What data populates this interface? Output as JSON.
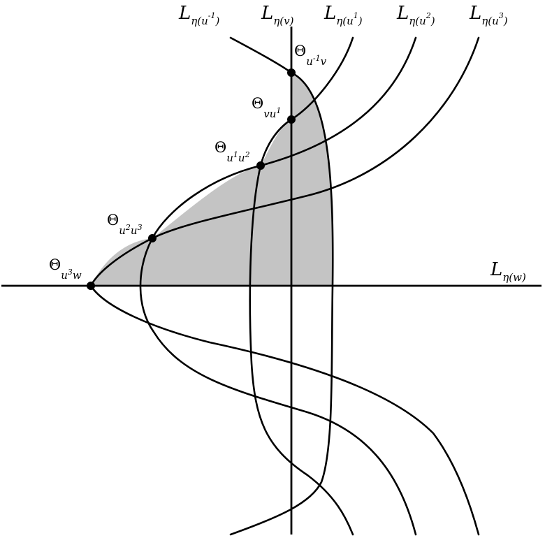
{
  "curves": [
    {
      "id": "u-1",
      "label_main": "L",
      "label_sub": "η(u",
      "label_sup": "-1",
      "label_close": ")"
    },
    {
      "id": "v",
      "label_main": "L",
      "label_sub": "η(v)",
      "label_sup": "",
      "label_close": ""
    },
    {
      "id": "u1",
      "label_main": "L",
      "label_sub": "η(u",
      "label_sup": "1",
      "label_close": ")"
    },
    {
      "id": "u2",
      "label_main": "L",
      "label_sub": "η(u",
      "label_sup": "2",
      "label_close": ")"
    },
    {
      "id": "u3",
      "label_main": "L",
      "label_sub": "η(u",
      "label_sup": "3",
      "label_close": ")"
    },
    {
      "id": "w",
      "label_main": "L",
      "label_sub": "η(w)",
      "label_sup": "",
      "label_close": ""
    }
  ],
  "points": [
    {
      "name": "theta-u-1-v",
      "symbol": "Θ",
      "sub_parts": [
        "u",
        "-1",
        "v"
      ]
    },
    {
      "name": "theta-v-u1",
      "symbol": "Θ",
      "sub_parts": [
        "vu",
        "1",
        ""
      ]
    },
    {
      "name": "theta-u1-u2",
      "symbol": "Θ",
      "sub_parts": [
        "u",
        "1",
        "u",
        "2"
      ]
    },
    {
      "name": "theta-u2-u3",
      "symbol": "Θ",
      "sub_parts": [
        "u",
        "2",
        "u",
        "3"
      ]
    },
    {
      "name": "theta-u3-w",
      "symbol": "Θ",
      "sub_parts": [
        "u",
        "3",
        "w"
      ]
    }
  ],
  "colors": {
    "region": "#c4c4c4",
    "stroke": "#000000"
  }
}
